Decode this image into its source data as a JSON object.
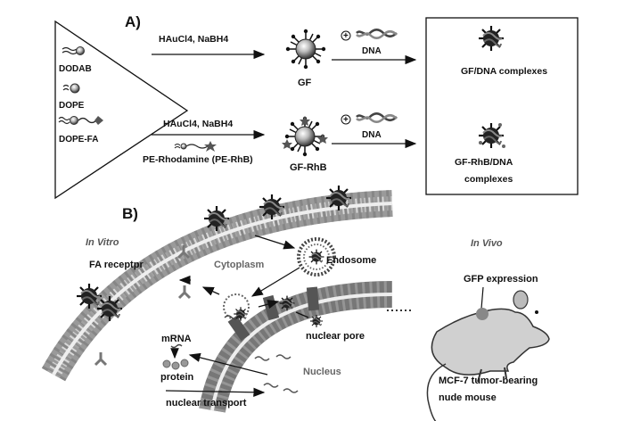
{
  "panel_a": {
    "tag": "A)",
    "lipids": [
      "DODAB",
      "DOPE",
      "DOPE-FA"
    ],
    "reagent_top": "HAuCl4, NaBH4",
    "reagent_bottom": "HAuCl4, NaBH4",
    "dye_label": "PE-Rhodamine (PE-RhB)",
    "product_top": "GF",
    "product_bottom": "GF-RhB",
    "plus": "+",
    "dna_top": "DNA",
    "dna_bottom": "DNA",
    "complex_top": "GF/DNA complexes",
    "complex_bottom_line1": "GF-RhB/DNA",
    "complex_bottom_line2": "complexes"
  },
  "panel_b": {
    "tag": "B)",
    "in_vitro": "In Vitro",
    "in_vivo": "In Vivo",
    "fa_receptor": "FA receptpr",
    "cytoplasm": "Cytoplasm",
    "endosome": "Endosome",
    "mrna": "mRNA",
    "protein": "protein",
    "nuclear_pore": "nuclear pore",
    "nucleus": "Nucleus",
    "nuclear_transport": "nuclear transport",
    "gfp": "GFP expression",
    "mouse_line1": "MCF-7 tumor-bearing",
    "mouse_line2": "nude mouse"
  }
}
